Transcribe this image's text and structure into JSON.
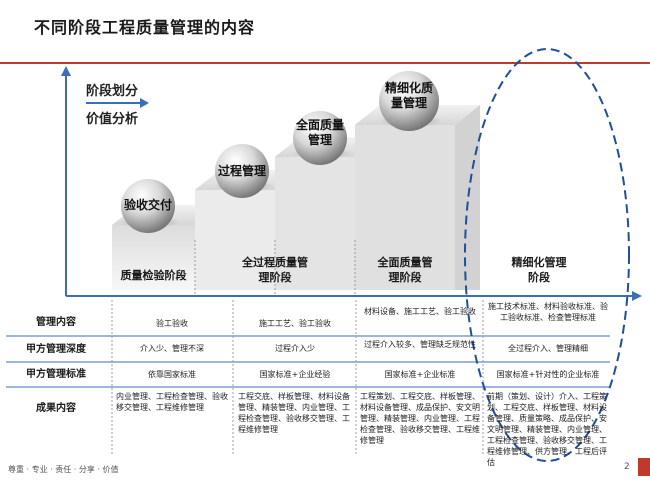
{
  "title": "不同阶段工程质量管理的内容",
  "axis": {
    "line1": "阶段划分",
    "line2": "价值分析"
  },
  "steps": [
    {
      "label": "验收交付"
    },
    {
      "label": "过程管理"
    },
    {
      "label_line1": "全面质量",
      "label_line2": "管理"
    },
    {
      "label_line1": "精细化质",
      "label_line2": "量管理"
    }
  ],
  "stages": [
    {
      "line1": "质量检验阶段",
      "line2": ""
    },
    {
      "line1": "全过程质量管",
      "line2": "理阶段"
    },
    {
      "line1": "全面质量管",
      "line2": "理阶段"
    },
    {
      "line1": "精细化管理",
      "line2": "阶段"
    }
  ],
  "rows": [
    {
      "label": "管理内容",
      "cells": [
        "验工验收",
        "施工工艺、验工验收",
        "材料设备、施工工艺、验工验收",
        "施工技术标准、材料验收标准、验工验收标准、检查管理标准"
      ]
    },
    {
      "label": "甲方管理深度",
      "cells": [
        "介入少、管理不深",
        "过程介入少",
        "过程介入较多、管理缺乏规范性",
        "全过程介入、管理精细"
      ]
    },
    {
      "label": "甲方管理标准",
      "cells": [
        "依靠国家标准",
        "国家标准+企业经验",
        "国家标准+企业标准",
        "国家标准+针对性的企业标准"
      ]
    },
    {
      "label": "成果内容",
      "cells": [
        "内业管理、工程检查管理、验收移交管理、工程维修管理",
        "工程交底、样板管理、材料设备管理、精装管理、内业管理、工程检查管理、验收移交管理、工程维修管理",
        "工程策划、工程交底、样板管理、材料设备管理、成品保护、安文明管理、精装管理、内业管理、工程检查管理、验收移交管理、工程维修管理",
        "前期（策划、设计）介入、工程策划、工程交底、样板管理、材料设备管理、质量策略、成品保护、安文明管理、精装管理、内业管理、工程检查管理、验收移交管理、工程维修管理、供方管理、工程后评估"
      ]
    }
  ],
  "footer": "尊重 · 专业 · 责任 · 分享 · 价值",
  "page_number": "2",
  "colors": {
    "accent_red": "#c0392b",
    "axis_blue": "#3a6fb7",
    "highlight_ellipse": "#1f4e9c",
    "step_gray": "#cfcfcf"
  }
}
